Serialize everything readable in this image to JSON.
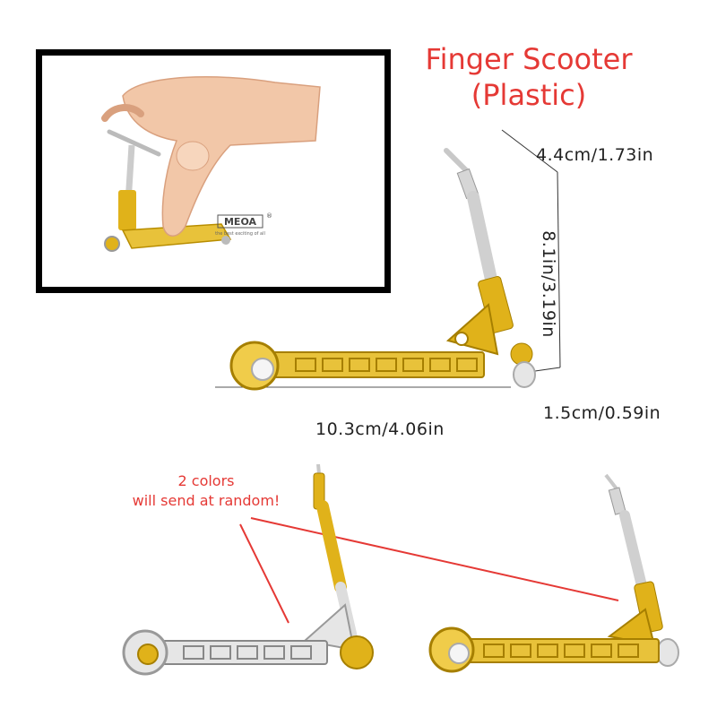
{
  "title": {
    "line1": "Finger Scooter",
    "line2": "(Plastic)"
  },
  "dimensions": {
    "handle_width": "4.4cm/1.73in",
    "height": "8.1in/3.19in",
    "wheel_width": "1.5cm/0.59in",
    "length": "10.3cm/4.06in"
  },
  "logo": {
    "brand": "MEOA",
    "registered": "®",
    "tagline": "the best exciting of all"
  },
  "note": {
    "line1": "2 colors",
    "line2": "will send at random!"
  },
  "colors": {
    "accent": "#e53935",
    "gold": "#e0b21a",
    "silver": "#d9d9d9",
    "frame": "#000000"
  }
}
